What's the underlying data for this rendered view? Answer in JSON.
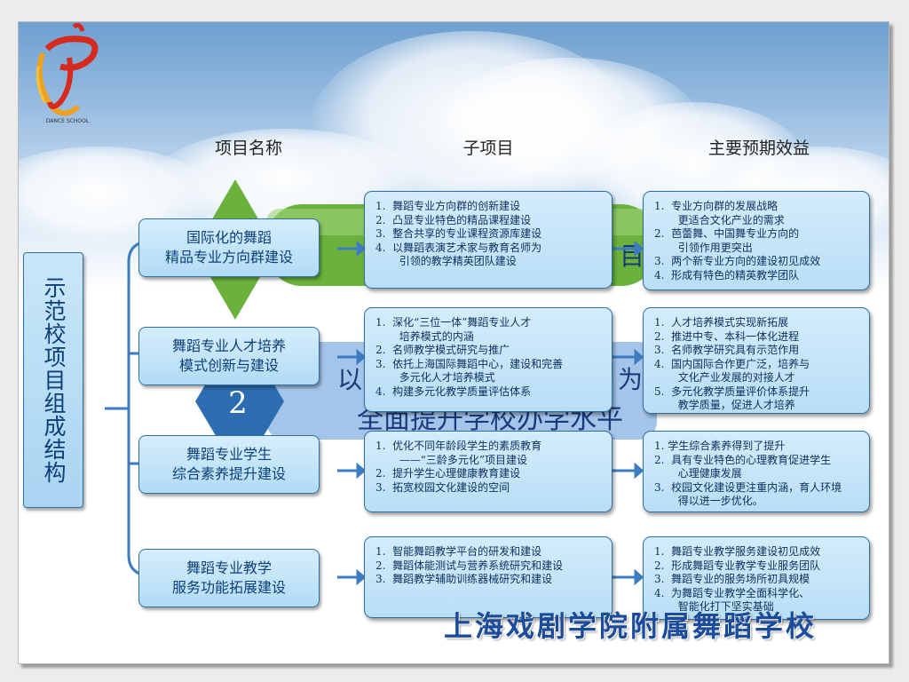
{
  "headers": {
    "project_name": "项目名称",
    "sub_project": "子项目",
    "benefits": "主要预期效益"
  },
  "side_label": "示范校项目组成结构",
  "projects": [
    {
      "name_lines": [
        "国际化的舞蹈",
        "精品专业方向群建设"
      ],
      "sub_items": [
        "1.  舞蹈专业方向群的创新建设",
        "2.  凸显专业特色的精品课程建设",
        "3.  整合共享的专业课程资源库建设",
        "4.  以舞蹈表演艺术家与教育名师为",
        "       引领的教学精英团队建设"
      ],
      "benefit_items": [
        "1.  专业方向群的发展战略",
        "       更适合文化产业的需求",
        "2.  芭蕾舞、中国舞专业方向的",
        "       引领作用更突出",
        "3.  两个新专业方向的建设初见成效",
        "4.  形成有特色的精英教学团队"
      ]
    },
    {
      "name_lines": [
        "舞蹈专业人才培养",
        "模式创新与建设"
      ],
      "sub_items": [
        "1.  深化“三位一体”舞蹈专业人才",
        "       培养模式的内涵",
        "2.  名师教学模式研究与推广",
        "3.  依托上海国际舞蹈中心，建设和完善",
        "       多元化人才培养模式",
        "4.  构建多元化教学质量评估体系"
      ],
      "benefit_items": [
        "1.  人才培养模式实现新拓展",
        "2.  推进中专、本科一体化进程",
        "3.  名师教学研究具有示范作用",
        "4.  国内国际合作更广泛，培养与",
        "       文化产业发展的对接人才",
        "5.  多元化教学质量评价体系提升",
        "       教学质量，促进人才培养"
      ]
    },
    {
      "name_lines": [
        "舞蹈专业学生",
        "综合素养提升建设"
      ],
      "sub_items": [
        "1.  优化不同年龄段学生的素质教育",
        "       ——“三龄多元化”项目建设",
        "2.  提升学生心理健康教育建设",
        "3.  拓宽校园文化建设的空间"
      ],
      "benefit_items": [
        "1. 学生综合素养得到了提升",
        "2.  具有专业特色的心理教育促进学生",
        "       心理健康发展",
        "3.  校园文化建设更注重内涵，育人环境",
        "       得以进一步优化。"
      ]
    },
    {
      "name_lines": [
        "舞蹈专业教学",
        "服务功能拓展建设"
      ],
      "sub_items": [
        "1.  智能舞蹈教学平台的研发和建设",
        "2.  舞蹈体能测试与营养系统研究和建设",
        "3.  舞蹈教学辅助训练器械研究和建设"
      ],
      "benefit_items": [
        "1.  舞蹈专业教学服务建设初见成效",
        "2.  形成舞蹈专业教学专业服务团队",
        "3.  舞蹈专业的服务场所初具规模",
        "4.  为舞蹈专业教学全面科学化、",
        "       智能化打下坚实基础"
      ]
    }
  ],
  "background_fragments": {
    "fragment_a": "目",
    "fragment_b": "以",
    "fragment_c": "为",
    "fragment_d": "全面提升学校办学水平",
    "number": "2"
  },
  "footer": "上海戏剧学院附属舞蹈学校",
  "logo_text": "DANCE SCHOOL",
  "colors": {
    "box_border": "#2f6fa8",
    "box_fill": "#c4e4f8",
    "text_blue": "#0d3f78",
    "connector": "#3d7cc0",
    "green_bar": "#6bb23c",
    "hexagon": "#2c6db1"
  }
}
